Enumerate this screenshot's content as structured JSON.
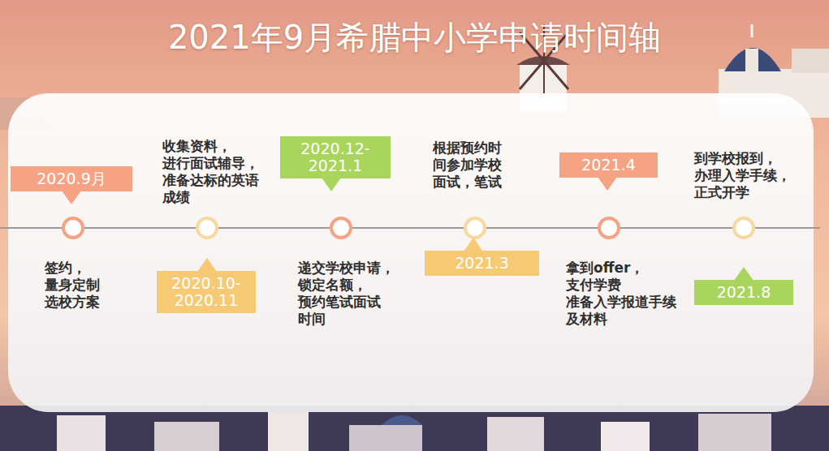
{
  "diagram": {
    "title": "2021年9月希腊中小学申请时间轴",
    "nodes": [
      {
        "text": [
          "2020.9月"
        ]
      },
      {
        "text": [
          "2020.10- 2020.11"
        ]
      },
      {
        "text": [
          "2020.12- 2021.1"
        ]
      },
      {
        "text": [
          "2021.3"
        ]
      },
      {
        "text": [
          "2021.4"
        ]
      },
      {
        "text": [
          "2021.8"
        ]
      }
    ],
    "labels": [
      "签约， 量身定制 选校方案",
      "收集资料， 进行面试辅导， 准备达标的英语 成绩",
      "递交学校申请， 锁定名额， 预约笔试面试 时间",
      "根据预约时 间参加学校 面试，笔试",
      "拿到offer， 支付学费 准备入学报道手续 及材料",
      "到学校报到， 办理入学手续， 正式开学"
    ]
  }
}
